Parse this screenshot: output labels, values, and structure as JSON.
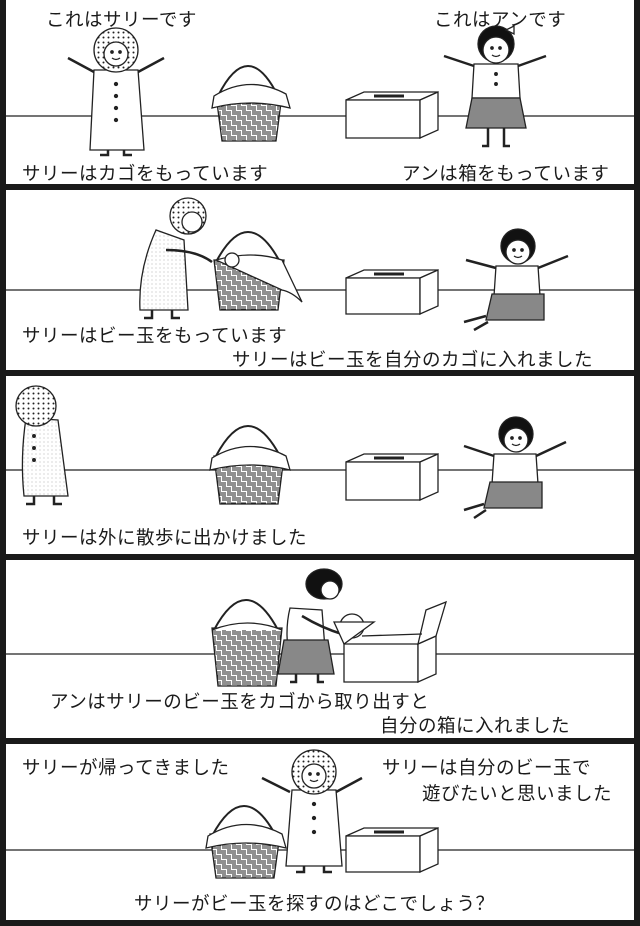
{
  "panels": [
    {
      "captions": [
        "これはサリーです",
        "これはアンです",
        "サリーはカゴをもっています",
        "アンは箱をもっています"
      ]
    },
    {
      "captions": [
        "サリーはビー玉をもっています",
        "サリーはビー玉を自分のカゴに入れました"
      ]
    },
    {
      "captions": [
        "サリーは外に散歩に出かけました"
      ]
    },
    {
      "captions": [
        "アンはサリーのビー玉をカゴから取り出すと",
        "自分の箱に入れました"
      ]
    },
    {
      "captions": [
        "サリーが帰ってきました",
        "サリーは自分のビー玉で",
        "遊びたいと思いました",
        "サリーがビー玉を探すのはどこでしょう？"
      ]
    }
  ]
}
